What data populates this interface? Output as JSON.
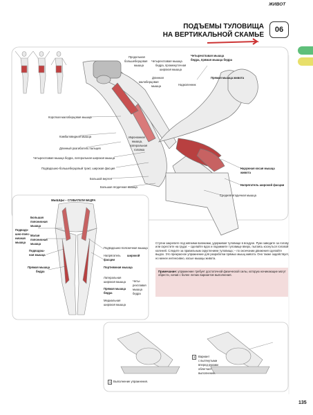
{
  "header": {
    "section": "ЖИВОТ"
  },
  "title": {
    "line1": "ПОДЪЕМЫ ТУЛОВИЩА",
    "line2": "НА ВЕРТИКАЛЬНОЙ СКАМЬЕ",
    "number": "06"
  },
  "labels": {
    "prodolg": "Продольная",
    "bolsh_long": "большеберцовая",
    "myshca1": "мышца",
    "chetyrehglav1": "Четырехглавая мышца",
    "bedra_prom": "бедра, промежуточная",
    "shirokaya": "широкая мышца",
    "dlinnaya": "Длинная",
    "malobercovaya": "малоберцовая",
    "myshca2": "мышца",
    "nadkolennik": "Надколенник",
    "chetyr_top": "Четырехглавая мышца",
    "chetyr_top2": "бедра, прямая мышца бедра",
    "pryamaya_zhivota": "Прямая мышца живота",
    "korotkaya": "Короткая малоберцовая мышца",
    "kambalo": "Камбаловидная мышца",
    "ikronozh1": "Икроножная",
    "ikronozh2": "мышца,",
    "ikronozh3": "латеральная",
    "ikronozh4": "головка",
    "dlinny_razg": "Длинный разгибатель пальцев",
    "chetyr_lat": "Четырехглавая мышца бедра, латеральная широкая мышца",
    "podvzdosh_tract": "Подвздошно-большеберцовый тракт, широкая фасция",
    "bolshoi_vertel": "Большой вертел",
    "bolsh_yagod": "Большая ягодичная мышца",
    "naruzh1": "Наружная косая мышца",
    "naruzh2": "живота",
    "naprag": "Напрягатель широкой фасции",
    "sredn_yagod": "Средняя ягодичная мышца"
  },
  "inset": {
    "title": "МЫШЦЫ – СГИБАТЕЛИ БЕДРА",
    "left": [
      "Подвздо-",
      "шно-пояс-",
      "ничная",
      "мышца"
    ],
    "bolshaya_pojas": [
      "Большая",
      "поясничная",
      "мышца"
    ],
    "malaya_pojas": [
      "Малая",
      "поясничная",
      "мышца"
    ],
    "podvzdosh": [
      "Подвздош-",
      "ная мышца"
    ],
    "pryamaya_bedra": [
      "Прямая мышца",
      "бедра"
    ],
    "r_podvzdosh": [
      "Подвздошно-поясничная мышца"
    ],
    "r_naprag": [
      "Напрягатель",
      "широкой",
      "фасции"
    ],
    "r_portn": "Портняжная мышца",
    "r_lateral": [
      "Латеральная",
      "широкая мышца"
    ],
    "r_pryamaya": [
      "Прямая мышца",
      "бедра"
    ],
    "r_medial": [
      "Медиальная",
      "широкая мышца"
    ],
    "r_chetyr": [
      "Четы-",
      "рехглавая",
      "мышца",
      "бедра"
    ]
  },
  "description": "Ступни закрепите под мягкими валиками, удерживая туловище в воздухе. Руки заведите за голову или скрестите на груди: – сделайте вдох и поднимите туловище вверх, пытаясь коснуться головой коленей. Следите за правильным скруглением туловища; – по окончании движения сделайте выдох. Это прекрасное упражнение для разработки прямых мышц живота. Оно также задействует, но менее интенсивно, косые мышцы живота.",
  "note": {
    "label": "Примечание:",
    "text": "упражнение требует достаточной физической силы, которую начинающие могут обрести, начав с более легких вариантов выполнения."
  },
  "bottom": {
    "cap1_num": "1",
    "cap1": "Выполнение упражнения.",
    "cap2_num": "2",
    "cap2": [
      "Вариант",
      "с вытянутыми",
      "вперед руками",
      "облегчает",
      "выполнение."
    ]
  },
  "page_number": "135",
  "colors": {
    "muscle_red": "#b83a3a",
    "tab_green": "#5fbf7a",
    "tab_yellow": "#e8df6a",
    "note_bg": "#f3dcdc"
  }
}
